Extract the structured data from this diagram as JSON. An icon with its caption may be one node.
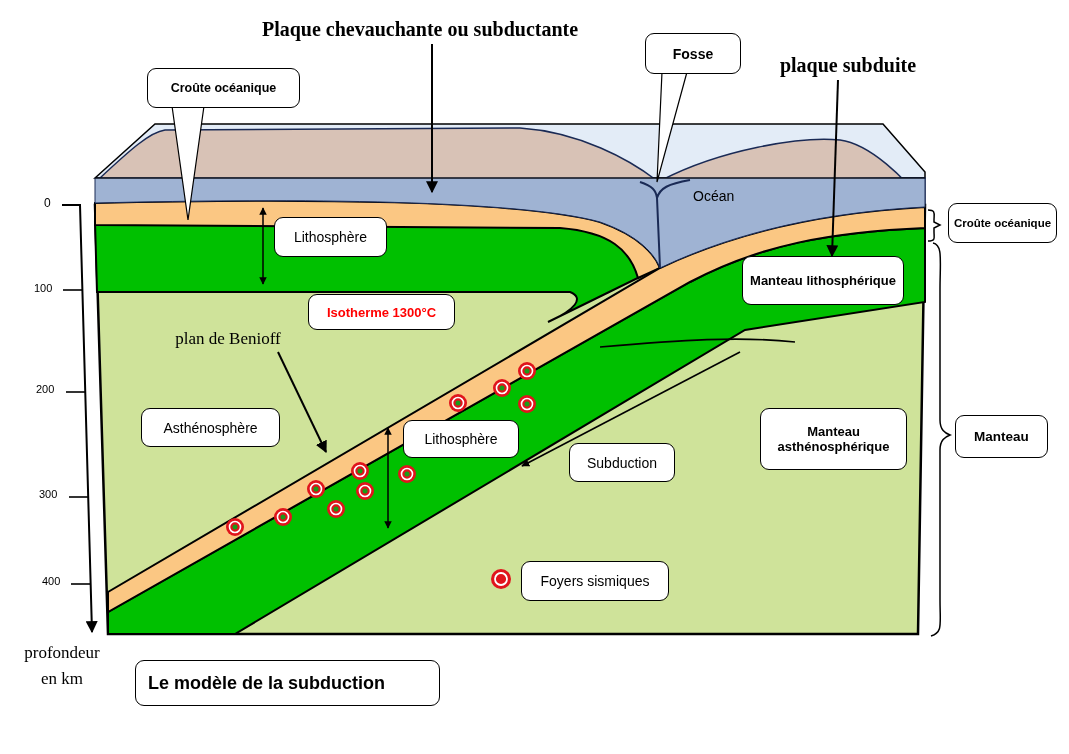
{
  "diagram": {
    "title": "Le modèle de la subduction",
    "nodes": [
      {
        "text": [
          "Plaque chevauchante ou subductante"
        ]
      },
      {
        "text": [
          "Croûte océanique"
        ]
      },
      {
        "text": [
          "Fosse"
        ]
      },
      {
        "text": [
          "plaque subduite"
        ]
      },
      {
        "text": [
          "Manteau lithosphérique"
        ]
      },
      {
        "text": [
          "Lithosphère"
        ]
      },
      {
        "text": [
          "Isotherme 1300°C"
        ]
      },
      {
        "text": [
          "plan de Benioff"
        ]
      },
      {
        "text": [
          "Asthénosphère"
        ]
      },
      {
        "text": [
          "Lithosphère"
        ]
      },
      {
        "text": [
          "Subduction"
        ]
      },
      {
        "text": [
          "Manteau asthénosphérique"
        ]
      },
      {
        "text": [
          "Croûte océanique"
        ]
      },
      {
        "text": [
          "Manteau"
        ]
      },
      {
        "text": [
          "Foyers sismiques"
        ]
      }
    ],
    "edges": [
      {
        "from": 0,
        "to": null,
        "arrow": "to"
      },
      {
        "from": 3,
        "to": 4,
        "arrow": "to"
      },
      {
        "from": 7,
        "to": null,
        "arrow": "to"
      }
    ],
    "labels": [
      "Océan",
      "0",
      "100",
      "200",
      "300",
      "400",
      "profondeur en km"
    ]
  }
}
